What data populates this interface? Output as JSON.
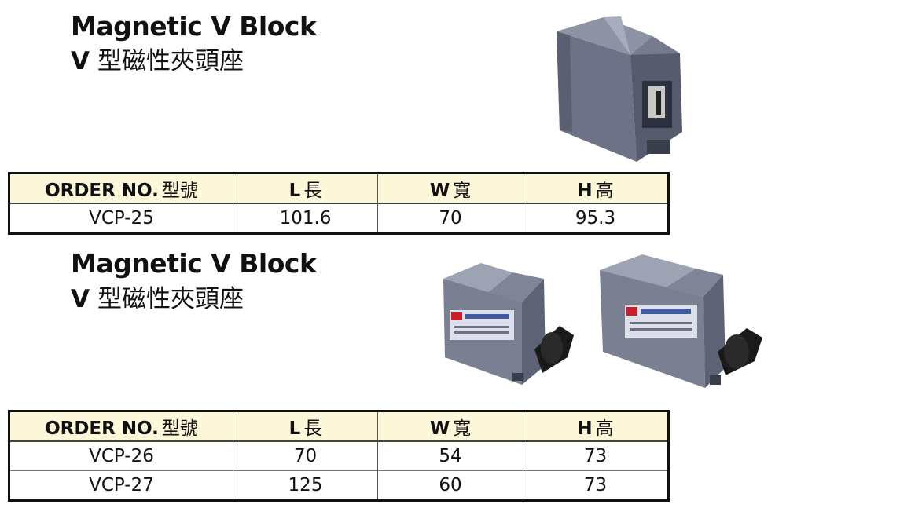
{
  "sections": [
    {
      "title": "Magnetic V Block",
      "subtitle_v": "V",
      "subtitle_zh": "型磁性夾頭座",
      "headers": {
        "order": "ORDER NO.",
        "order_zh": "型號",
        "l": "L",
        "l_zh": "長",
        "w": "W",
        "w_zh": "寬",
        "h": "H",
        "h_zh": "高"
      },
      "rows": [
        {
          "order": "VCP-25",
          "l": "101.6",
          "w": "70",
          "h": "95.3"
        }
      ]
    },
    {
      "title": "Magnetic V Block",
      "subtitle_v": "V",
      "subtitle_zh": "型磁性夾頭座",
      "headers": {
        "order": "ORDER NO.",
        "order_zh": "型號",
        "l": "L",
        "l_zh": "長",
        "w": "W",
        "w_zh": "寬",
        "h": "H",
        "h_zh": "高"
      },
      "rows": [
        {
          "order": "VCP-26",
          "l": "70",
          "w": "54",
          "h": "73"
        },
        {
          "order": "VCP-27",
          "l": "125",
          "w": "60",
          "h": "73"
        }
      ]
    }
  ],
  "colors": {
    "header_bg": "#fbf7d8",
    "block_body": "#6d7287",
    "block_light": "#9ea3b3",
    "knob": "#1a1a1a",
    "label_red": "#c8202a"
  }
}
